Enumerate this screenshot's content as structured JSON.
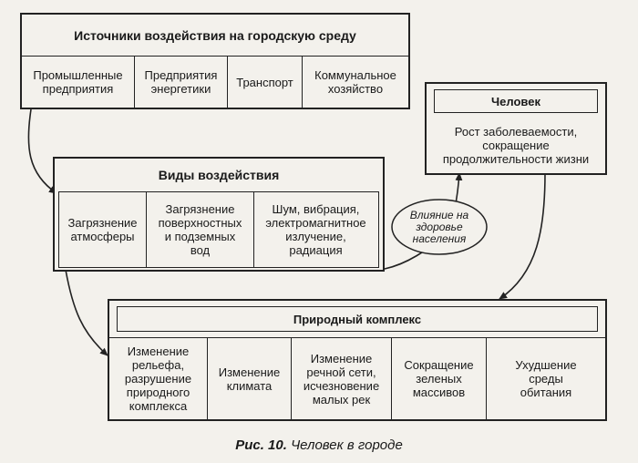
{
  "sources": {
    "title": "Источники воздействия на городскую среду",
    "items": [
      "Промышленные\nпредприятия",
      "Предприятия\nэнергетики",
      "Транспорт",
      "Коммунальное\nхозяйство"
    ]
  },
  "impacts": {
    "title": "Виды воздействия",
    "items": [
      "Загрязнение\nатмосферы",
      "Загрязнение\nповерхностных\nи подземных\nвод",
      "Шум, вибрация,\nэлектромагнитное\nизлучение,\nрадиация"
    ]
  },
  "human": {
    "title": "Человек",
    "text": "Рост заболеваемости,\nсокращение\nпродолжительности жизни"
  },
  "health_label": "Влияние на\nздоровье\nнаселения",
  "nature": {
    "title": "Природный комплекс",
    "items": [
      "Изменение\nрельефа,\nразрушение\nприродного\nкомплекса",
      "Изменение\nклимата",
      "Изменение\nречной сети,\nисчезновение\nмалых рек",
      "Сокращение\nзеленых\nмассивов",
      "Ухудшение\nсреды\nобитания"
    ]
  },
  "caption": {
    "prefix": "Рис. 10.",
    "text": "Человек в городе"
  }
}
